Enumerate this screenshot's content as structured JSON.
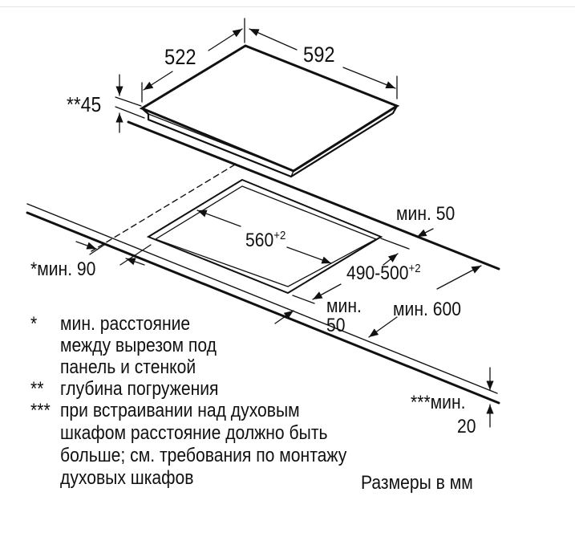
{
  "dimensions": {
    "depth": "522",
    "width": "592",
    "immersion_depth": "**45",
    "rear_min": "мин. 50",
    "cutout_width": "560",
    "cutout_width_tolerance": "+2",
    "wall_min": "*мин. 90",
    "cutout_depth": "490-500",
    "cutout_depth_tolerance": "+2",
    "front_min_label": "мин.",
    "front_min_value": "50",
    "counter_depth_min": "мин. 600",
    "oven_min_label": "***мин.",
    "oven_min_value": "20"
  },
  "footnotes": [
    {
      "mark": "*",
      "lines": [
        "мин. расстояние",
        "между вырезом под",
        "панель и стенкой"
      ]
    },
    {
      "mark": "**",
      "lines": [
        "глубина погружения"
      ]
    },
    {
      "mark": "***",
      "lines": [
        "при встраивании над духовым",
        "шкафом расстояние должно быть",
        "больше; см. требования по монтажу",
        "духовых шкафов"
      ]
    }
  ],
  "units_note": "Размеры в мм"
}
